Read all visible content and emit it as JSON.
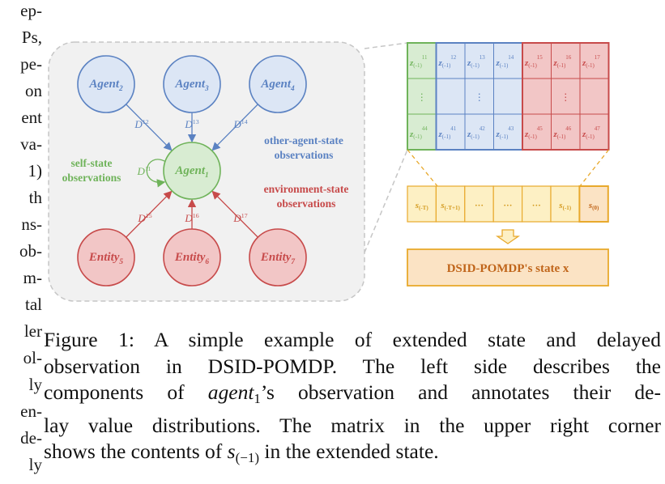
{
  "left_column": [
    "ep-",
    "Ps,",
    "pe-",
    "on",
    "ent",
    "va-",
    "1)",
    "th",
    "ns-",
    "ob-",
    "m-",
    "tal",
    "ler",
    "ol-",
    "ly",
    "en-",
    "de-",
    "ly"
  ],
  "figure": {
    "agents": [
      {
        "name": "Agent",
        "sub": "2"
      },
      {
        "name": "Agent",
        "sub": "3"
      },
      {
        "name": "Agent",
        "sub": "4"
      }
    ],
    "center": {
      "name": "Agent",
      "sub": "1"
    },
    "entities": [
      {
        "name": "Entity",
        "sub": "5"
      },
      {
        "name": "Entity",
        "sub": "6"
      },
      {
        "name": "Entity",
        "sub": "7"
      }
    ],
    "delays_top": [
      {
        "d": "D",
        "sup": "12"
      },
      {
        "d": "D",
        "sup": "13"
      },
      {
        "d": "D",
        "sup": "14"
      }
    ],
    "delays_bottom": [
      {
        "d": "D",
        "sup": "15"
      },
      {
        "d": "D",
        "sup": "16"
      },
      {
        "d": "D",
        "sup": "17"
      }
    ],
    "self_delay": {
      "d": "D",
      "sup": "11"
    },
    "label_self": [
      "self-state",
      "observations"
    ],
    "label_other": [
      "other-agent-state",
      "observations"
    ],
    "label_env": [
      "environment-state",
      "observations"
    ],
    "matrix": {
      "row1": [
        "11",
        "12",
        "13",
        "14",
        "15",
        "16",
        "17"
      ],
      "row3": [
        "44",
        "41",
        "42",
        "43",
        "45",
        "46",
        "47"
      ],
      "z": "z",
      "sub": "(-1)",
      "dots": "⋮"
    },
    "sequence": [
      "s(-T)",
      "s(-T+1)",
      "···",
      "···",
      "···",
      "s(-1)",
      "s(0)"
    ],
    "state_label": "DSID-POMDP's state x",
    "colors": {
      "blue": "#5b82c2",
      "green": "#6fb35a",
      "red": "#c74a4a",
      "yellow": "#e8a92c"
    }
  },
  "caption": {
    "l1": "Figure 1: A simple example of extended state and delayed",
    "l2": "observation in DSID-POMDP. The left side describes the",
    "l3_pre": "components of ",
    "l3_math": "agent",
    "l3_sub": "1",
    "l3_post": "’s observation and annotates their de-",
    "l4": "lay value distributions. The matrix in the upper right corner",
    "l5_pre": "shows the contents of ",
    "l5_math": "s",
    "l5_sub": "(−1)",
    "l5_post": " in the extended state."
  }
}
